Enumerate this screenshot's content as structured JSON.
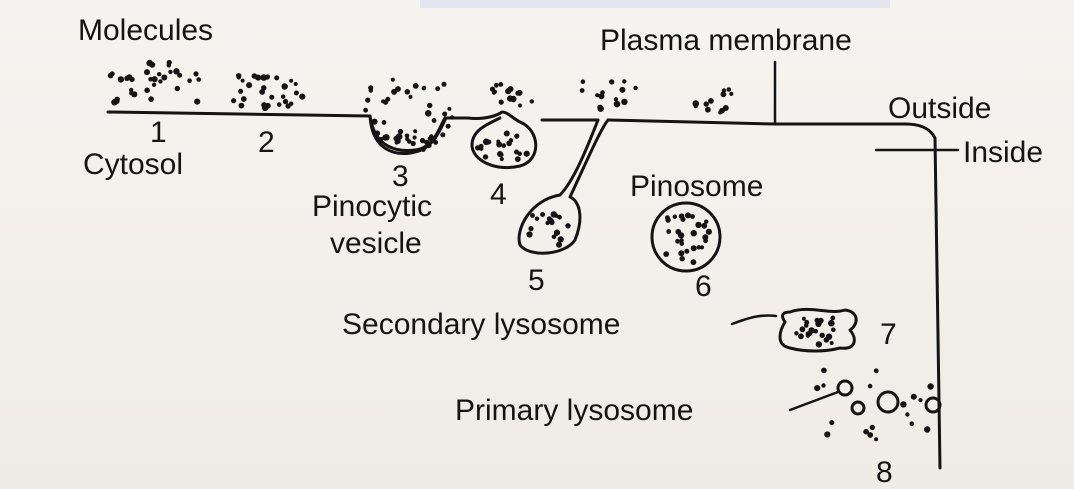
{
  "labels": {
    "molecules": "Molecules",
    "plasma_membrane": "Plasma membrane",
    "outside": "Outside",
    "inside": "Inside",
    "cytosol": "Cytosol",
    "pinocytic_vesicle_line1": "Pinocytic",
    "pinocytic_vesicle_line2": "vesicle",
    "pinosome": "Pinosome",
    "secondary_lysosome": "Secondary lysosome",
    "primary_lysosome": "Primary lysosome"
  },
  "stage_numbers": [
    "1",
    "2",
    "3",
    "4",
    "5",
    "6",
    "7",
    "8"
  ],
  "colors": {
    "ink": "#141414",
    "paper": "#f4f2ee"
  }
}
